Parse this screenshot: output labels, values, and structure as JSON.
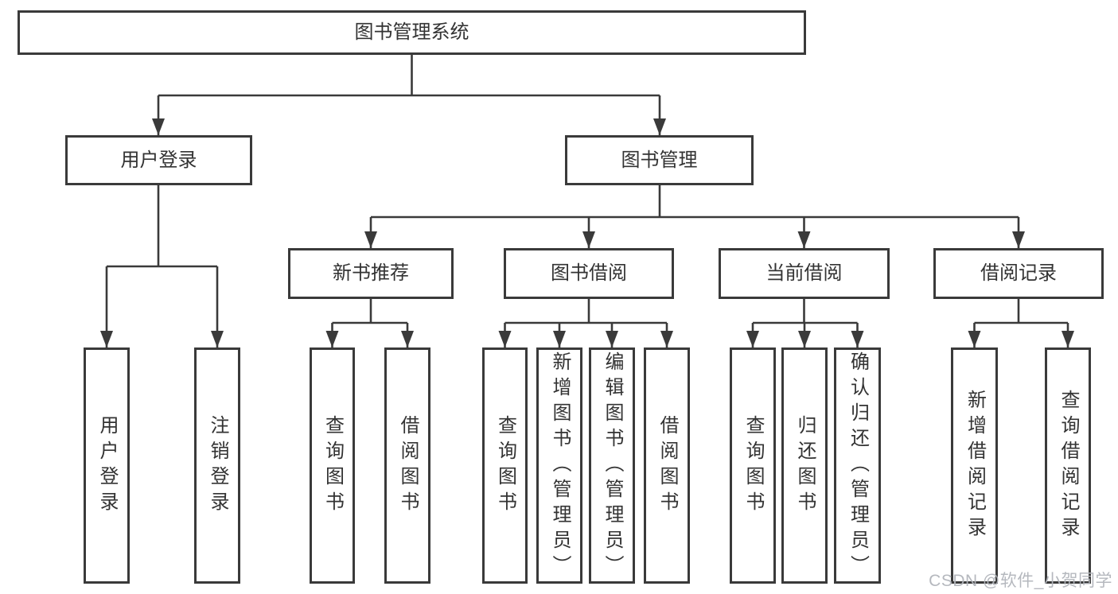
{
  "diagram": {
    "title": "图书管理系统",
    "colors": {
      "line": "#3a3a3a",
      "text": "#333333",
      "background": "#ffffff",
      "watermark": "#b1b4ba"
    },
    "tree": {
      "root": {
        "label": "图书管理系统",
        "children": [
          {
            "label": "用户登录",
            "children": [
              {
                "label": "用户登录"
              },
              {
                "label": "注销登录"
              }
            ]
          },
          {
            "label": "图书管理",
            "children": [
              {
                "label": "新书推荐",
                "children": [
                  {
                    "label": "查询图书"
                  },
                  {
                    "label": "借阅图书"
                  }
                ]
              },
              {
                "label": "图书借阅",
                "children": [
                  {
                    "label": "查询图书"
                  },
                  {
                    "label": "新增图书（管理员）"
                  },
                  {
                    "label": "编辑图书（管理员）"
                  },
                  {
                    "label": "借阅图书"
                  }
                ]
              },
              {
                "label": "当前借阅",
                "children": [
                  {
                    "label": "查询图书"
                  },
                  {
                    "label": "归还图书"
                  },
                  {
                    "label": "确认归还（管理员）"
                  }
                ]
              },
              {
                "label": "借阅记录",
                "children": [
                  {
                    "label": "新增借阅记录"
                  },
                  {
                    "label": "查询借阅记录"
                  }
                ]
              }
            ]
          }
        ]
      }
    },
    "watermark": "CSDN @软件_小贺同学"
  }
}
